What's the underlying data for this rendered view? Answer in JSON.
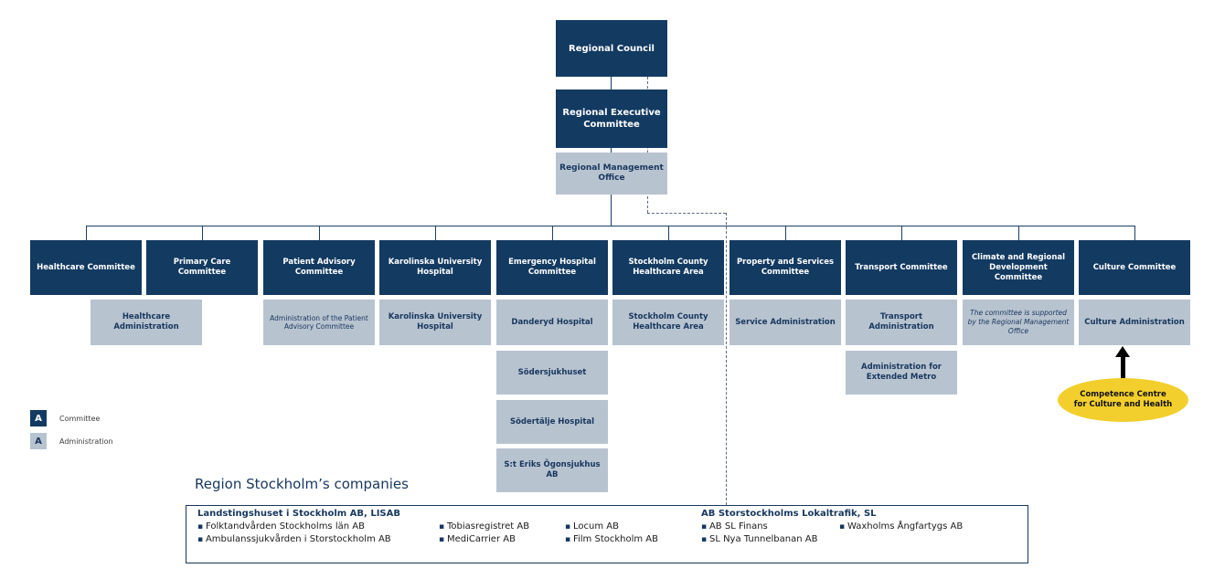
{
  "colors": {
    "committee_bg": "#133a61",
    "admin_bg": "#b8c3d0",
    "admin_text": "#17375e",
    "line": "#1d4066",
    "dashed_line": "#5a6a7c",
    "highlight": "#f2cf2d",
    "navy_text": "#17375e",
    "body_text": "#1a1a1a"
  },
  "hierarchy": {
    "regional_council": "Regional Council",
    "regional_executive_committee": "Regional Executive Committee",
    "regional_management_office": "Regional Management Office"
  },
  "committees": [
    "Healthcare Committee",
    "Primary Care Committee",
    "Patient Advisory Committee",
    "Karolinska University Hospital",
    "Emergency Hospital Committee",
    "Stockholm County Healthcare Area",
    "Property and Services Committee",
    "Transport Committee",
    "Climate and Regional Development Committee",
    "Culture Committee"
  ],
  "administrations": {
    "healthcare": "Healthcare Administration",
    "patient_advisory": "Administration of the Patient Advisory Committee",
    "karolinska": "Karolinska University Hospital",
    "danderyd": "Danderyd Hospital",
    "sodersjukhuset": "Södersjukhuset",
    "sodertalje": "Södertälje Hospital",
    "st_eriks": "S:t Eriks Ögonsjukhus AB",
    "stockholm_county_healthcare_area": "Stockholm County Healthcare Area",
    "service": "Service Administration",
    "transport": "Transport Administration",
    "extended_metro": "Administration for Extended Metro",
    "climate_note": "The committee is supported by the Regional Management Office",
    "culture": "Culture Administration"
  },
  "competence_centre": {
    "label": "Competence Centre for Culture and Health"
  },
  "legend": {
    "symbol": "A",
    "committee_label": "Committee",
    "administration_label": "Administration"
  },
  "companies": {
    "title": "Region Stockholm’s companies",
    "group1_heading": "Landstingshuset i Stockholm AB, LISAB",
    "group2_heading": "AB Storstockholms Lokaltrafik, SL",
    "col1_items": [
      "Folktandvården Stockholms län AB",
      "Ambulanssjukvården i Storstockholm AB"
    ],
    "col2_items": [
      "Tobiasregistret AB",
      "MediCarrier AB"
    ],
    "col3_items": [
      "Locum AB",
      "Film Stockholm AB"
    ],
    "col4_items": [
      "AB SL Finans",
      "SL Nya Tunnelbanan AB"
    ],
    "col5_items": [
      "Waxholms Ångfartygs AB"
    ]
  }
}
